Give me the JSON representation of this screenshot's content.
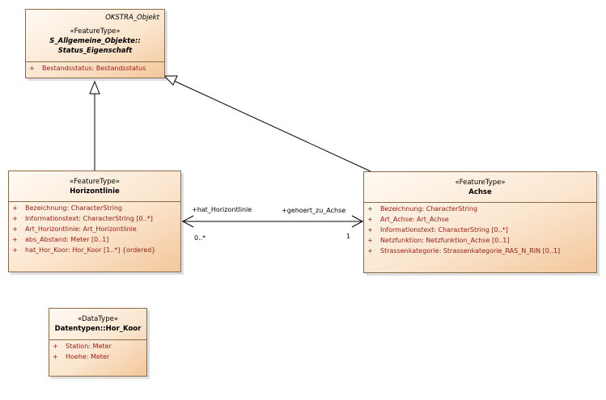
{
  "status_eigenschaft": {
    "parent_tag": "OKSTRA_Objekt",
    "stereotype": "«FeatureType»",
    "name_line1": "S_Allgemeine_Objekte::",
    "name_line2": "Status_Eigenschaft",
    "attributes": [
      {
        "vis": "+",
        "text": "Bestandsstatus: Bestandsstatus"
      }
    ]
  },
  "horizontlinie": {
    "stereotype": "«FeatureType»",
    "name": "Horizontlinie",
    "attributes": [
      {
        "vis": "+",
        "text": "Bezeichnung: CharacterString"
      },
      {
        "vis": "+",
        "text": "Informationstext: CharacterString [0..*]"
      },
      {
        "vis": "+",
        "text": "Art_Horizontlinie: Art_Horizontlinie"
      },
      {
        "vis": "+",
        "text": "abs_Abstand: Meter [0..1]"
      },
      {
        "vis": "+",
        "text": "hat_Hor_Koor: Hor_Koor [1..*] {ordered}"
      }
    ]
  },
  "achse": {
    "stereotype": "«FeatureType»",
    "name": "Achse",
    "attributes": [
      {
        "vis": "+",
        "text": "Bezeichnung: CharacterString"
      },
      {
        "vis": "+",
        "text": "Art_Achse: Art_Achse"
      },
      {
        "vis": "+",
        "text": "Informationstext: CharacterString [0..*]"
      },
      {
        "vis": "+",
        "text": "Netzfunktion: Netzfunktion_Achse [0..1]"
      },
      {
        "vis": "+",
        "text": "Strassenkategorie: Strassenkategorie_RAS_N_RIN [0..1]"
      }
    ]
  },
  "hor_koor": {
    "stereotype": "«DataType»",
    "name": "Datentypen::Hor_Koor",
    "attributes": [
      {
        "vis": "+",
        "text": "Station: Meter"
      },
      {
        "vis": "+",
        "text": "Hoehe: Meter"
      }
    ]
  },
  "association": {
    "role_left": "+hat_Horizontlinie",
    "role_right": "+gehoert_zu_Achse",
    "mult_left": "0..*",
    "mult_right": "1"
  },
  "colors": {
    "line": "#000000",
    "border": "#8b6a4a",
    "attribute_text": "#9b1a0f",
    "fill_light": "#fffaf3",
    "fill_dark": "#f3c79b"
  }
}
